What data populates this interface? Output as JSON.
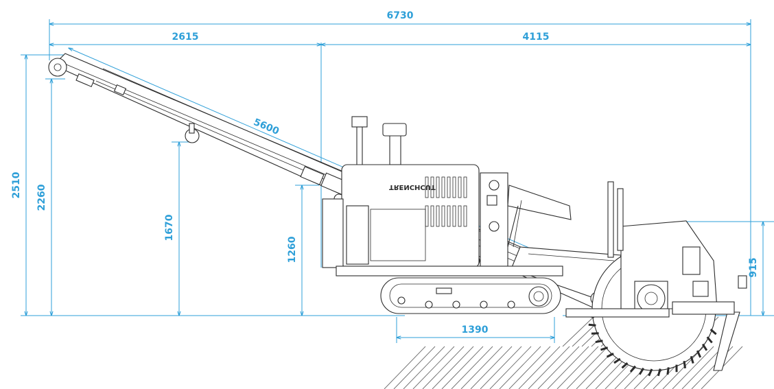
{
  "drawing": {
    "brand_text": "TRENCHCUT",
    "dimensions": {
      "overall_length": "6730",
      "conveyor_horizontal_reach": "2615",
      "machine_length": "4115",
      "conveyor_length": "5600",
      "max_height": "2510",
      "conveyor_head_height": "2260",
      "conveyor_support_height": "1670",
      "conveyor_mid_height": "1260",
      "track_length": "1390",
      "cutting_depth": "915"
    },
    "colors": {
      "dimension": "#2e9fd8",
      "line": "#2b2b2b",
      "hatch": "#6b6b6b",
      "background": "#ffffff"
    }
  }
}
